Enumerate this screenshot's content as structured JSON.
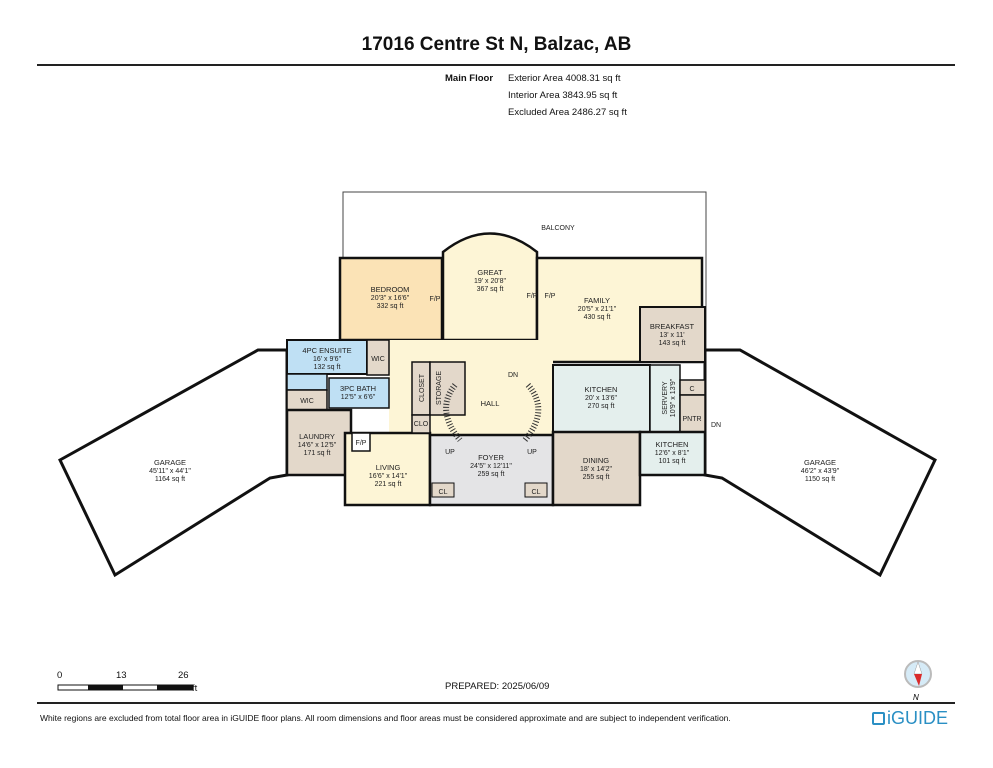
{
  "title": "17016 Centre St N, Balzac, AB",
  "floor_label": "Main Floor",
  "areas": [
    "Exterior Area 4008.31 sq ft",
    "Interior Area 3843.95 sq ft",
    "Excluded Area 2486.27 sq ft"
  ],
  "balcony": "BALCONY",
  "rooms": [
    {
      "name": "BEDROOM",
      "dims": "20'3\" x 16'6\"",
      "area": "332 sq ft"
    },
    {
      "name": "GREAT",
      "dims": "19' x 20'8\"",
      "area": "367 sq ft"
    },
    {
      "name": "FAMILY",
      "dims": "20'5\" x 21'1\"",
      "area": "430 sq ft"
    },
    {
      "name": "BREAKFAST",
      "dims": "13' x 11'",
      "area": "143 sq ft"
    },
    {
      "name": "4PC ENSUITE",
      "dims": "16' x 9'6\"",
      "area": "132 sq ft"
    },
    {
      "name": "3PC BATH",
      "dims": "12'5\" x 6'6\""
    },
    {
      "name": "LAUNDRY",
      "dims": "14'6\" x 12'5\"",
      "area": "171 sq ft"
    },
    {
      "name": "LIVING",
      "dims": "16'6\" x 14'1\"",
      "area": "221 sq ft"
    },
    {
      "name": "FOYER",
      "dims": "24'5\" x 12'11\"",
      "area": "259 sq ft"
    },
    {
      "name": "KITCHEN",
      "dims": "20' x 13'6\"",
      "area": "270 sq ft"
    },
    {
      "name": "DINING",
      "dims": "18' x 14'2\"",
      "area": "255 sq ft"
    },
    {
      "name": "KITCHEN",
      "dims": "12'6\" x 8'1\"",
      "area": "101 sq ft"
    },
    {
      "name": "GARAGE",
      "dims": "45'11\" x 44'1\"",
      "area": "1164 sq ft"
    },
    {
      "name": "GARAGE",
      "dims": "46'2\" x 43'9\"",
      "area": "1150 sq ft"
    },
    {
      "name": "SERVERY",
      "dims": "10'9\" x 13'9\""
    }
  ],
  "small_labels": {
    "wic1": "WIC",
    "wic2": "WIC",
    "closet": "CLOSET",
    "storage": "STORAGE",
    "clo": "CLO",
    "hall": "HALL",
    "fp1": "F/P",
    "fp2": "F/P",
    "fp3": "F/P",
    "fp4": "F/P",
    "up1": "UP",
    "up2": "UP",
    "dn1": "DN",
    "dn2": "DN",
    "cl1": "CL",
    "cl2": "CL",
    "c": "C",
    "pntr": "PNTR"
  },
  "scale": {
    "ticks": [
      "0",
      "13",
      "26"
    ],
    "unit": "ft"
  },
  "prepared": "PREPARED: 2025/06/09",
  "compass": "N",
  "disclaimer": "White regions are excluded from total floor area in iGUIDE floor plans. All room dimensions and floor areas must be considered approximate and are subject to independent verification.",
  "brand": "iGUIDE",
  "colors": {
    "bedroom": "#fbe3b6",
    "cream": "#fdf5d6",
    "tan": "#e3d8ca",
    "bath": "#bfe0f4",
    "kitchen": "#e4efed",
    "foyer": "#e4e4e6",
    "accent": "#2a8fc4"
  }
}
